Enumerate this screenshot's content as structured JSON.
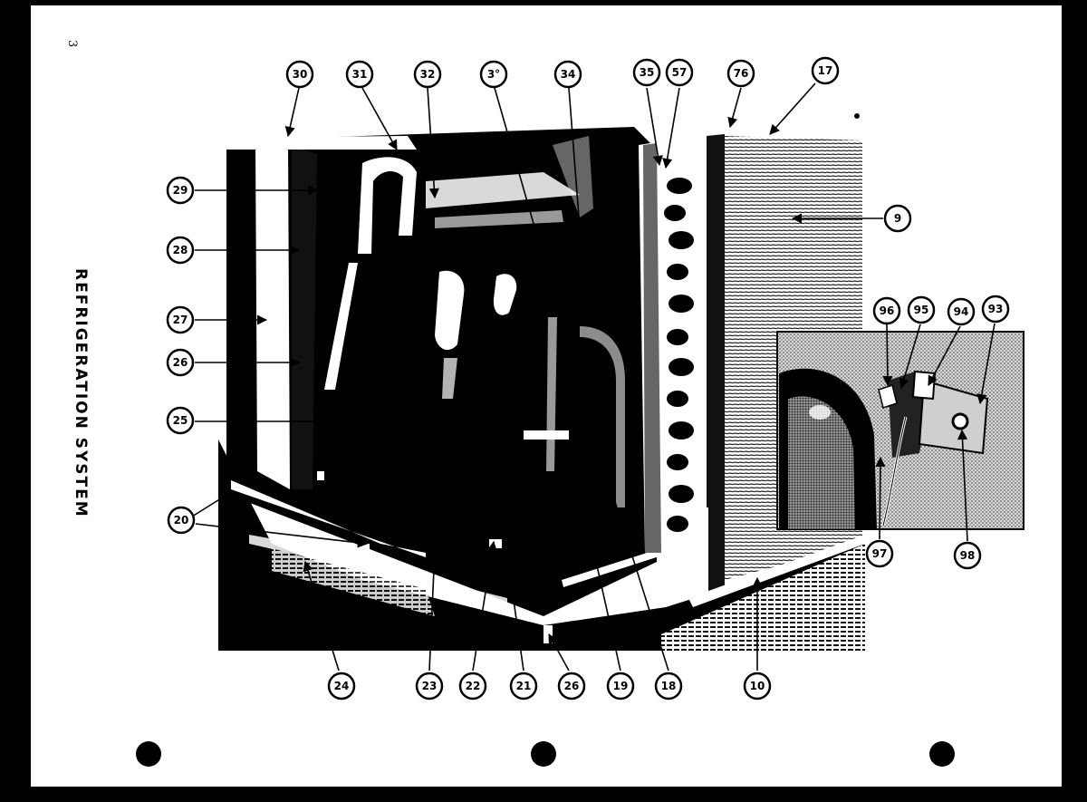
{
  "page": {
    "title": "REFRIGERATION SYSTEM",
    "page_number": "3"
  },
  "callouts": [
    {
      "id": "c30",
      "label": "30"
    },
    {
      "id": "c31",
      "label": "31"
    },
    {
      "id": "c32",
      "label": "32"
    },
    {
      "id": "c33",
      "label": "3°"
    },
    {
      "id": "c34",
      "label": "34"
    },
    {
      "id": "c35",
      "label": "35"
    },
    {
      "id": "c57",
      "label": "57"
    },
    {
      "id": "c76",
      "label": "76"
    },
    {
      "id": "c17",
      "label": "17"
    },
    {
      "id": "c9",
      "label": "9"
    },
    {
      "id": "c29",
      "label": "29"
    },
    {
      "id": "c28",
      "label": "28"
    },
    {
      "id": "c27",
      "label": "27"
    },
    {
      "id": "c26",
      "label": "26"
    },
    {
      "id": "c25",
      "label": "25"
    },
    {
      "id": "c20",
      "label": "20"
    },
    {
      "id": "c24",
      "label": "24"
    },
    {
      "id": "c23",
      "label": "23"
    },
    {
      "id": "c22",
      "label": "22"
    },
    {
      "id": "c21",
      "label": "21"
    },
    {
      "id": "c26b",
      "label": "26"
    },
    {
      "id": "c19",
      "label": "19"
    },
    {
      "id": "c18",
      "label": "18"
    },
    {
      "id": "c10",
      "label": "10"
    },
    {
      "id": "c96",
      "label": "96"
    },
    {
      "id": "c95",
      "label": "95"
    },
    {
      "id": "c94",
      "label": "94"
    },
    {
      "id": "c93",
      "label": "93"
    },
    {
      "id": "c97",
      "label": "97"
    },
    {
      "id": "c98",
      "label": "98"
    }
  ]
}
